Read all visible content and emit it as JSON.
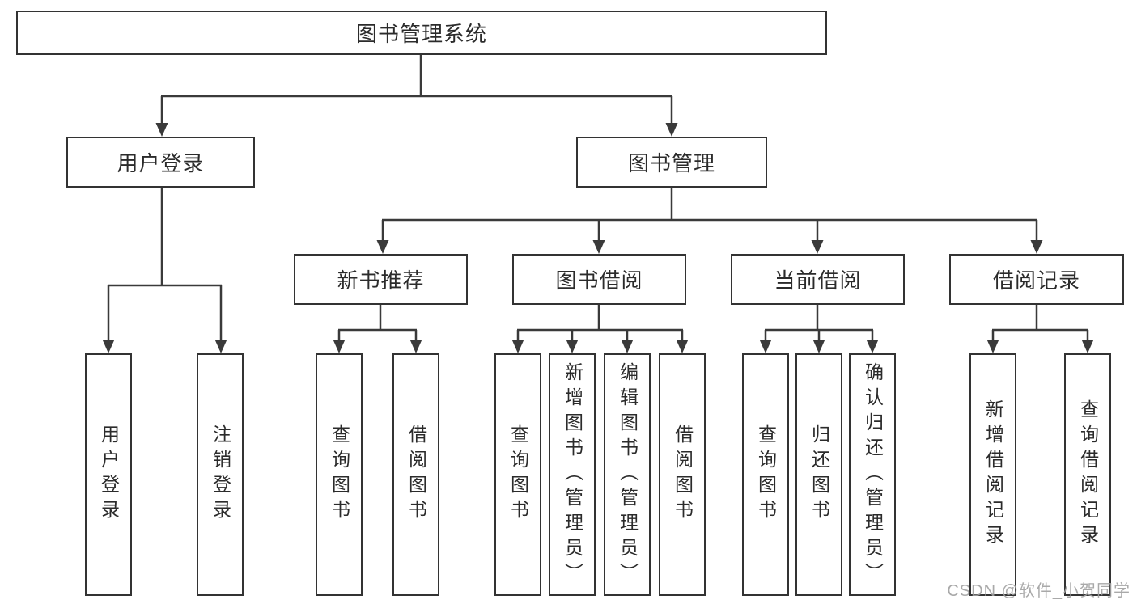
{
  "diagram": {
    "title": "图书管理系统",
    "level2": [
      {
        "label": "用户登录"
      },
      {
        "label": "图书管理"
      }
    ],
    "level3": [
      {
        "label": "新书推荐"
      },
      {
        "label": "图书借阅"
      },
      {
        "label": "当前借阅"
      },
      {
        "label": "借阅记录"
      }
    ],
    "leaves": [
      {
        "label": "用户登录",
        "parent": "用户登录"
      },
      {
        "label": "注销登录",
        "parent": "用户登录"
      },
      {
        "label": "查询图书",
        "parent": "新书推荐"
      },
      {
        "label": "借阅图书",
        "parent": "新书推荐"
      },
      {
        "label": "查询图书",
        "parent": "图书借阅"
      },
      {
        "label": "新增图书（管理员）",
        "parent": "图书借阅"
      },
      {
        "label": "编辑图书（管理员）",
        "parent": "图书借阅"
      },
      {
        "label": "借阅图书",
        "parent": "图书借阅"
      },
      {
        "label": "查询图书",
        "parent": "当前借阅"
      },
      {
        "label": "归还图书",
        "parent": "当前借阅"
      },
      {
        "label": "确认归还（管理员）",
        "parent": "当前借阅"
      },
      {
        "label": "新增借阅记录",
        "parent": "借阅记录"
      },
      {
        "label": "查询借阅记录",
        "parent": "借阅记录"
      }
    ],
    "colors": {
      "line": "#3a3a3a",
      "box_border": "#333333",
      "text": "#2b2b2b"
    }
  },
  "watermark": {
    "text": "CSDN @软件_小贺同学",
    "color": "#a0a0a0"
  }
}
